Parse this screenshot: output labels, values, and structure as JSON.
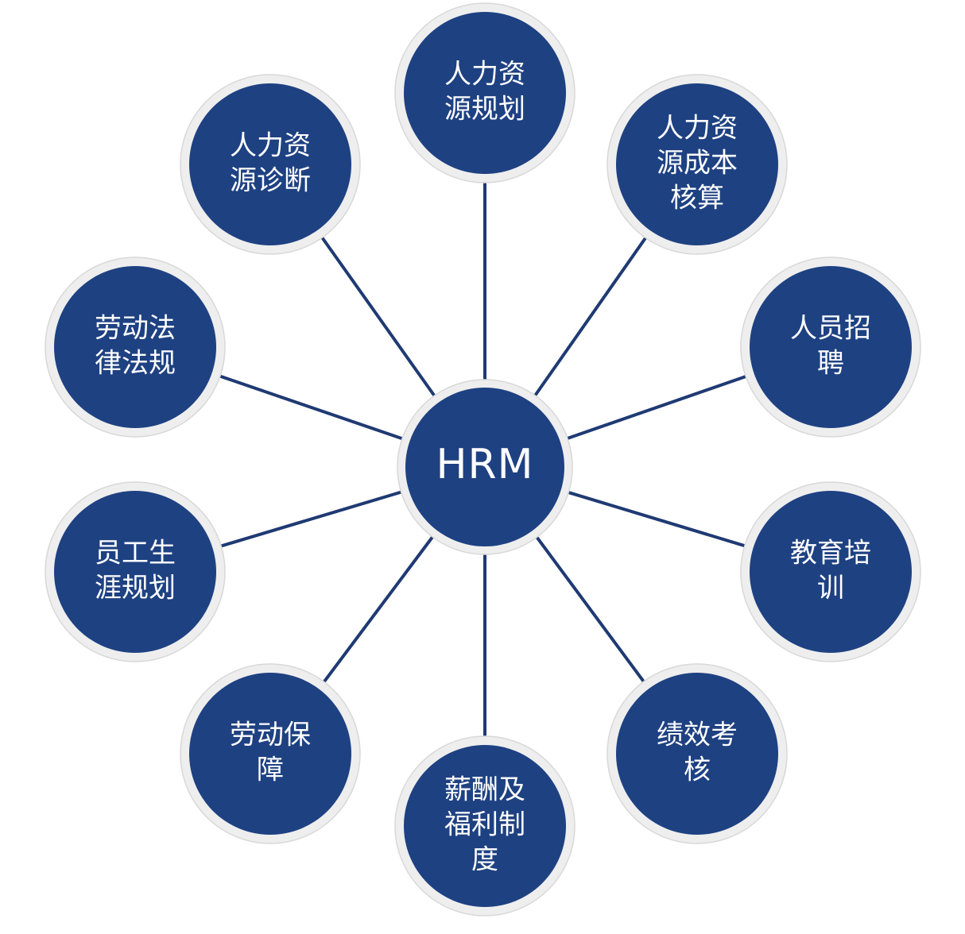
{
  "hub": {
    "label": "HRM"
  },
  "nodes": [
    {
      "id": "hr-planning",
      "lines": [
        "人力资",
        "源规划"
      ]
    },
    {
      "id": "hr-cost-accounting",
      "lines": [
        "人力资",
        "源成本",
        "核算"
      ]
    },
    {
      "id": "recruitment",
      "lines": [
        "人员招",
        "聘"
      ]
    },
    {
      "id": "education-training",
      "lines": [
        "教育培",
        "训"
      ]
    },
    {
      "id": "performance-appraisal",
      "lines": [
        "绩效考",
        "核"
      ]
    },
    {
      "id": "compensation-benefits",
      "lines": [
        "薪酬及",
        "福利制",
        "度"
      ]
    },
    {
      "id": "labor-protection",
      "lines": [
        "劳动保",
        "障"
      ]
    },
    {
      "id": "career-planning",
      "lines": [
        "员工生",
        "涯规划"
      ]
    },
    {
      "id": "labor-law",
      "lines": [
        "劳动法",
        "律法规"
      ]
    },
    {
      "id": "hr-diagnosis",
      "lines": [
        "人力资",
        "源诊断"
      ]
    }
  ],
  "colors": {
    "node_fill": "#1e4182",
    "node_ring": "#eeeeee",
    "spoke": "#1f3a73",
    "text": "#ffffff"
  }
}
